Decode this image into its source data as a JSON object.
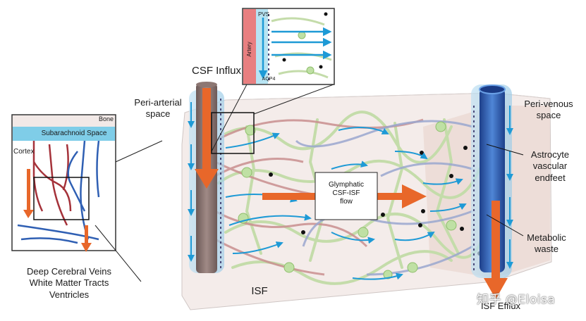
{
  "labels": {
    "csf_influx": "CSF Influx",
    "peri_arterial": "Peri-arterial\nspace",
    "peri_venous": "Peri-venous\nspace",
    "astrocyte": "Astrocyte\nvascular\nendfeet",
    "metabolic": "Metabolic\nwaste",
    "isf": "ISF",
    "isf_efflux": "ISF Efflux",
    "glymphatic": "Glymphatic\nCSF-ISF\nflow",
    "drainage": "Deep Cerebral Veins\nWhite Matter Tracts\nVentricles"
  },
  "inset_left": {
    "bone": "Bone",
    "subarachnoid": "Subarachnoid Space",
    "cortex": "Cortex"
  },
  "inset_top": {
    "pvs": "PVS",
    "artery": "Artery",
    "aqp4": "AQP4"
  },
  "watermark": "知乎 @Eloisa",
  "colors": {
    "csf_arrow": "#e8672a",
    "flow_arrow": "#1e9ad6",
    "artery_red": "#a5323a",
    "vein_blue": "#2f5fb3",
    "tissue_fill": "#f4ecea",
    "astro_green": "#d6e8bf"
  }
}
